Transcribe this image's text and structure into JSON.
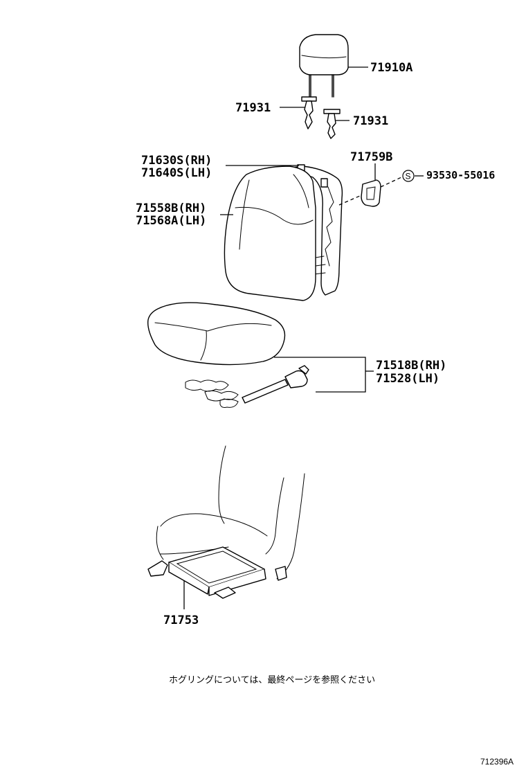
{
  "labels": {
    "headrest": "71910A",
    "support_upper": "71931",
    "support_lower": "71931",
    "pad_rh": "71630S(RH)",
    "pad_lh": "71640S(LH)",
    "cover_rh": "71558B(RH)",
    "cover_lh": "71568A(LH)",
    "hinge_cover": "71759B",
    "screw_symbol": "S",
    "screw": "93530-55016",
    "cushion_rh": "71518B(RH)",
    "cushion_lh": "71528(LH)",
    "under_tray": "71753"
  },
  "note": "ホグリングについては、最終ページを参照ください",
  "figure_code": "712396A"
}
